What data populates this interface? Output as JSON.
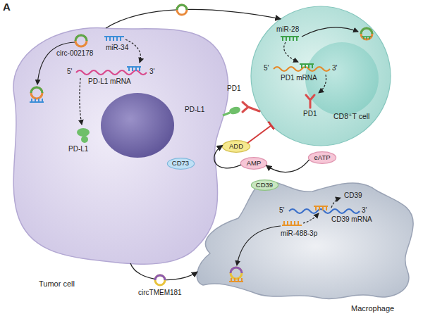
{
  "diagram": {
    "nodes": [
      {
        "text": [
          "Tumor cell"
        ]
      },
      {
        "text": [
          "CD8⁺T cell"
        ]
      },
      {
        "text": [
          "Macrophage"
        ]
      },
      {
        "text": [
          "ADD"
        ]
      },
      {
        "text": [
          "CD73"
        ],
        "in": 0
      },
      {
        "text": [
          "AMP"
        ]
      },
      {
        "text": [
          "eATP"
        ]
      },
      {
        "text": [
          "CD39"
        ],
        "in": 2
      }
    ],
    "edges": [
      {
        "from": 0,
        "to": 1,
        "arrow": "to"
      },
      {
        "from": 0,
        "to": 2,
        "arrow": "to"
      },
      {
        "from": 6,
        "to": 5,
        "arrow": "to"
      },
      {
        "from": 5,
        "to": 3,
        "arrow": "to"
      },
      {
        "from": 3,
        "to": 1,
        "arrow": "to"
      }
    ],
    "labels": [
      "A",
      "circ-002178",
      "miR-34",
      "5'",
      "PD-L1 mRNA",
      "3'",
      "PD-L1",
      "PD1",
      "PD-L1",
      "miR-28",
      "5'",
      "PD1 mRNA",
      "3'",
      "PD1",
      "CD39",
      "5'",
      "CD39 mRNA",
      "3'",
      "miR-488-3p",
      "circTMEM181"
    ]
  }
}
